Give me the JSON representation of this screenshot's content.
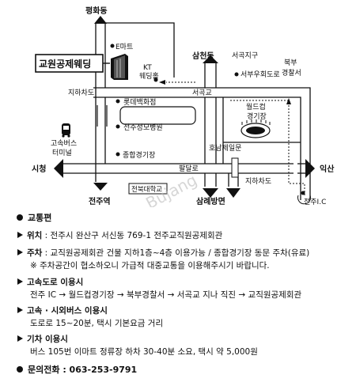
{
  "map": {
    "labels": {
      "pyeonghwa": "평화동",
      "emart": "E마트",
      "kt": "KT",
      "wedding_hall": "웨딩홀",
      "venue": "교원공제웨딩",
      "underpass_left": "지하차도",
      "samcheon": "삼천동",
      "seogok_district": "서곡지구",
      "northwest_police": "북부\n경찰서",
      "seobu_bypass": "서부우회도로",
      "seogok_bridge": "서곡교",
      "lotte": "롯데백화점",
      "worldcup": "월드컵\n경기장",
      "jeonju_st_mary": "전주성모병원",
      "bus_terminal": "고속버스\n터미널",
      "sports_complex": "종합경기장",
      "honam_gate": "호남제일문",
      "siccheong": "시청",
      "paldalro": "팔달로",
      "iksan": "익산",
      "underpass_right": "지하차도",
      "jeonju_station": "전주역",
      "jeonbuk_univ": "전북대학교",
      "samrye": "삼례방면",
      "jeonju_ic": "전주I.C",
      "watermark": "Bujang"
    }
  },
  "info": {
    "title": "교통편",
    "location_label": "위치",
    "location_text": " : 전주시 완산구 서신동 769-1 전주교직원공제회관",
    "parking_label": "주차",
    "parking_text": " : 교직원공제회관 건물 지하1층~4층 이용가능 / 종합경기장 동문 주차(유료)",
    "parking_note": "※ 주차공간이 협소하오니 가급적 대중교통을 이용해주시기 바랍니다.",
    "highway_label": "고속도로 이용시",
    "highway_text": "전주 IC → 월드컵경기장 → 북부경찰서 → 서곡교 지나 직진 → 교직원공제회관",
    "bus_label": "고속 · 시외버스 이용시",
    "bus_text": "도로로 15~20분, 택시 기본요금 거리",
    "train_label": "기차 이용시",
    "train_text": "버스 105번 이마트 정류장 하차 30-40분 소요, 택시 약 5,000원",
    "contact_label": "문의전화",
    "contact_text": " : 063-253-9791"
  }
}
